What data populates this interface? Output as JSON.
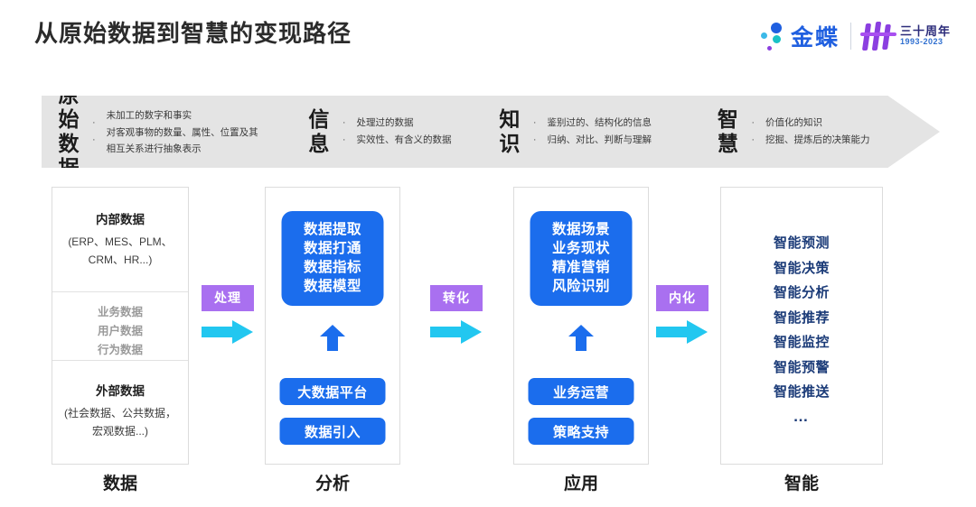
{
  "header": {
    "title": "从原始数据到智慧的变现路径",
    "brand": {
      "name": "金蝶",
      "anniversary_cn": "三十周年",
      "anniversary_years": "1993-2023"
    }
  },
  "banner": {
    "segments": [
      {
        "kanji_line1": "原始",
        "kanji_line2": "数据",
        "bullets": [
          "未加工的数字和事实",
          "对客观事物的数量、属性、位置及其相互关系进行抽象表示"
        ],
        "bullet_mark": "·"
      },
      {
        "kanji_line1": "信",
        "kanji_line2": "息",
        "bullets": [
          "处理过的数据",
          "实效性、有含义的数据"
        ],
        "bullet_mark": "·"
      },
      {
        "kanji_line1": "知",
        "kanji_line2": "识",
        "bullets": [
          "鉴别过的、结构化的信息",
          "归纳、对比、判断与理解"
        ],
        "bullet_mark": "·"
      },
      {
        "kanji_line1": "智",
        "kanji_line2": "慧",
        "bullets": [
          "价值化的知识",
          "挖掘、提炼后的决策能力"
        ],
        "bullet_mark": "·"
      }
    ]
  },
  "columns": {
    "data": {
      "bottom_label": "数据",
      "internal_title": "内部数据",
      "internal_sub": "(ERP、MES、PLM、CRM、HR...)",
      "middle_items": [
        "业务数据",
        "用户数据",
        "行为数据"
      ],
      "external_title": "外部数据",
      "external_sub": "(社会数据、公共数据，宏观数据...)"
    },
    "analysis": {
      "bottom_label": "分析",
      "box_items": [
        "数据提取",
        "数据打通",
        "数据指标",
        "数据模型"
      ],
      "pills": [
        "大数据平台",
        "数据引入"
      ]
    },
    "application": {
      "bottom_label": "应用",
      "box_items": [
        "数据场景",
        "业务现状",
        "精准营销",
        "风险识别"
      ],
      "pills": [
        "业务运营",
        "策略支持"
      ]
    },
    "intelligence": {
      "bottom_label": "智能",
      "items": [
        "智能预测",
        "智能决策",
        "智能分析",
        "智能推荐",
        "智能监控",
        "智能预警",
        "智能推送"
      ],
      "ellipsis": "…"
    }
  },
  "connectors": [
    {
      "label": "处理"
    },
    {
      "label": "转化"
    },
    {
      "label": "内化"
    }
  ],
  "colors": {
    "blue": "#1b6ded",
    "purple": "#a970f0",
    "cyan": "#22c7f0",
    "navy": "#1b3b78",
    "banner_grey": "#e4e4e4",
    "brand_blue": "#1f5fe0"
  }
}
